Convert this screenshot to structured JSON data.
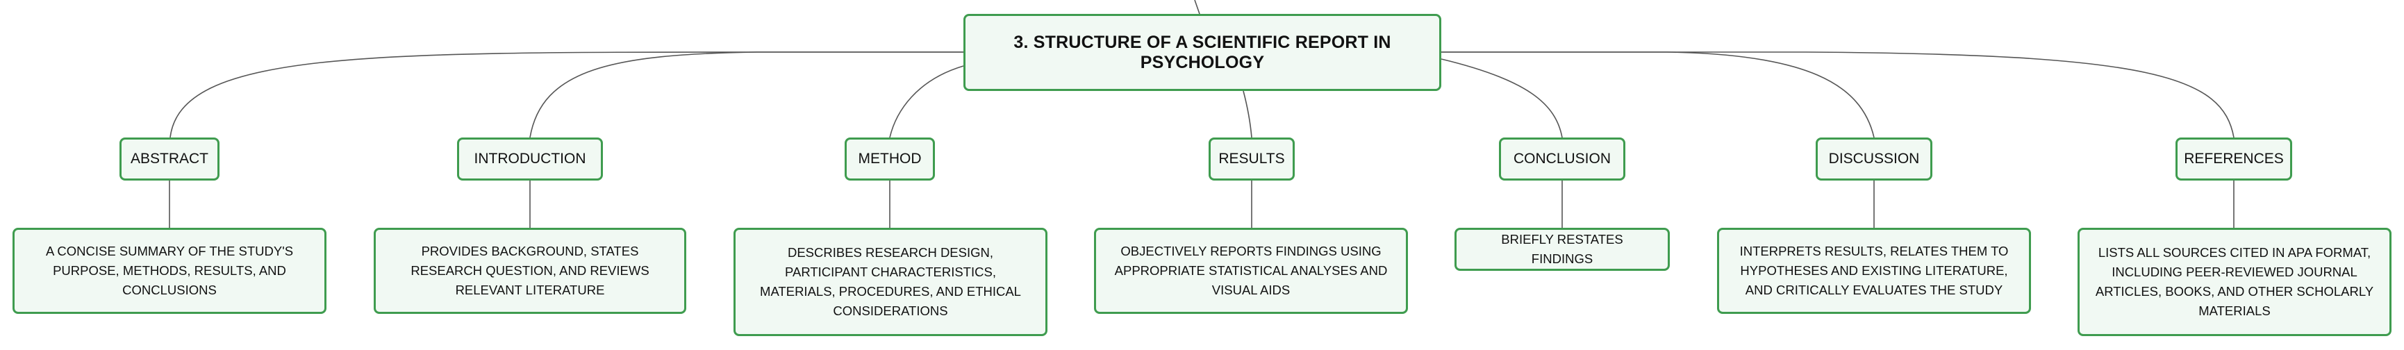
{
  "root": {
    "label": "3. STRUCTURE OF A SCIENTIFIC REPORT IN PSYCHOLOGY"
  },
  "sections": [
    {
      "id": "abstract",
      "label": "ABSTRACT",
      "description": "A CONCISE SUMMARY OF THE STUDY'S PURPOSE, METHODS, RESULTS, AND CONCLUSIONS"
    },
    {
      "id": "introduction",
      "label": "INTRODUCTION",
      "description": "PROVIDES BACKGROUND, STATES RESEARCH QUESTION, AND REVIEWS RELEVANT LITERATURE"
    },
    {
      "id": "method",
      "label": "METHOD",
      "description": "DESCRIBES RESEARCH DESIGN, PARTICIPANT CHARACTERISTICS, MATERIALS, PROCEDURES, AND ETHICAL CONSIDERATIONS"
    },
    {
      "id": "results",
      "label": "RESULTS",
      "description": "OBJECTIVELY REPORTS FINDINGS USING APPROPRIATE STATISTICAL ANALYSES AND VISUAL AIDS"
    },
    {
      "id": "conclusion",
      "label": "CONCLUSION",
      "description": "BRIEFLY RESTATES FINDINGS"
    },
    {
      "id": "discussion",
      "label": "DISCUSSION",
      "description": "INTERPRETS RESULTS, RELATES THEM TO HYPOTHESES AND EXISTING LITERATURE, AND CRITICALLY EVALUATES THE STUDY"
    },
    {
      "id": "references",
      "label": "REFERENCES",
      "description": "LISTS ALL SOURCES CITED IN APA FORMAT, INCLUDING PEER-REVIEWED JOURNAL ARTICLES, BOOKS, AND OTHER SCHOLARLY MATERIALS"
    }
  ],
  "colors": {
    "node_border": "#3f9c4f",
    "node_fill": "#f1f9f3",
    "connector": "#555555"
  }
}
